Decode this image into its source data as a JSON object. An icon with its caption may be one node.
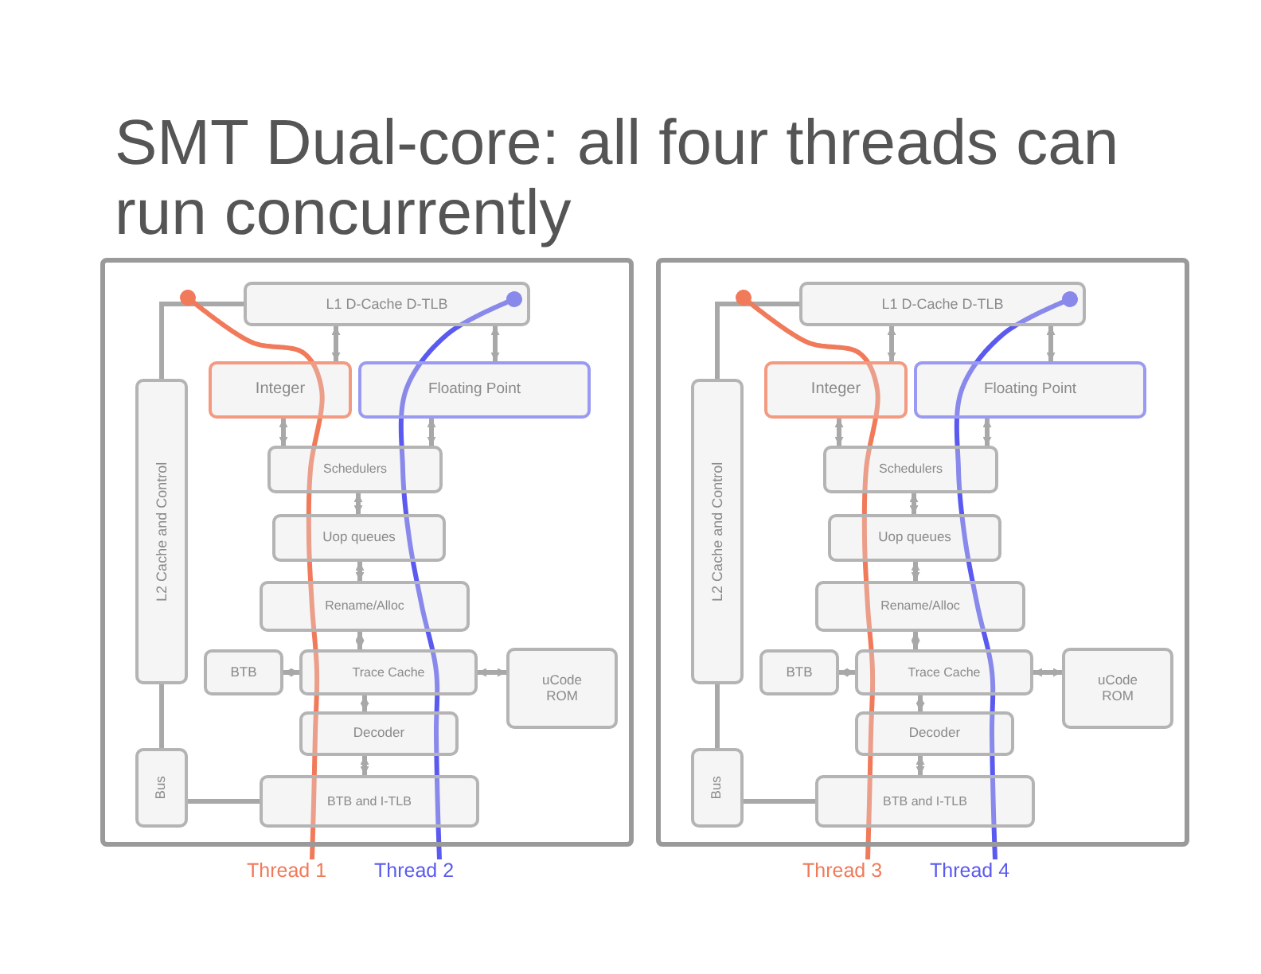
{
  "diagram": {
    "title": "SMT Dual-core: all four threads can run concurrently",
    "nodes": [
      {
        "text": [],
        "shape": "box"
      },
      {
        "text": [
          "L1 D-Cache D-TLB"
        ],
        "in": 0
      },
      {
        "text": [
          "Integer"
        ],
        "in": 0
      },
      {
        "text": [
          "Floating Point"
        ],
        "in": 0
      },
      {
        "text": [
          "L2 Cache and Control"
        ],
        "in": 0
      },
      {
        "text": [
          "Schedulers"
        ],
        "in": 0
      },
      {
        "text": [
          "Uop queues"
        ],
        "in": 0
      },
      {
        "text": [
          "Rename/Alloc"
        ],
        "in": 0
      },
      {
        "text": [
          "BTB"
        ],
        "in": 0
      },
      {
        "text": [
          "Trace Cache"
        ],
        "in": 0
      },
      {
        "text": [
          "uCode ROM"
        ],
        "in": 0
      },
      {
        "text": [
          "Decoder"
        ],
        "in": 0
      },
      {
        "text": [
          "Bus"
        ],
        "in": 0
      },
      {
        "text": [
          "BTB and I-TLB"
        ],
        "in": 0
      },
      {
        "text": [
          "Thread 1"
        ]
      },
      {
        "text": [
          "Thread 2"
        ]
      },
      {
        "text": [],
        "shape": "box"
      },
      {
        "text": [
          "L1 D-Cache D-TLB"
        ],
        "in": 16
      },
      {
        "text": [
          "Integer"
        ],
        "in": 16
      },
      {
        "text": [
          "Floating Point"
        ],
        "in": 16
      },
      {
        "text": [
          "L2 Cache and Control"
        ],
        "in": 16
      },
      {
        "text": [
          "Schedulers"
        ],
        "in": 16
      },
      {
        "text": [
          "Uop queues"
        ],
        "in": 16
      },
      {
        "text": [
          "Rename/Alloc"
        ],
        "in": 16
      },
      {
        "text": [
          "BTB"
        ],
        "in": 16
      },
      {
        "text": [
          "Trace Cache"
        ],
        "in": 16
      },
      {
        "text": [
          "uCode ROM"
        ],
        "in": 16
      },
      {
        "text": [
          "Decoder"
        ],
        "in": 16
      },
      {
        "text": [
          "Bus"
        ],
        "in": 16
      },
      {
        "text": [
          "BTB and I-TLB"
        ],
        "in": 16
      },
      {
        "text": [
          "Thread 3"
        ]
      },
      {
        "text": [
          "Thread 4"
        ]
      }
    ],
    "edges": [
      {
        "from": 1,
        "to": 4,
        "arrow": "none"
      },
      {
        "from": 1,
        "to": 2,
        "arrow": "both"
      },
      {
        "from": 1,
        "to": 3,
        "arrow": "both"
      },
      {
        "from": 2,
        "to": 5,
        "arrow": "both"
      },
      {
        "from": 3,
        "to": 5,
        "arrow": "both"
      },
      {
        "from": 5,
        "to": 6,
        "arrow": "both"
      },
      {
        "from": 6,
        "to": 7,
        "arrow": "both"
      },
      {
        "from": 7,
        "to": 9,
        "arrow": "both"
      },
      {
        "from": 8,
        "to": 9,
        "arrow": "both"
      },
      {
        "from": 9,
        "to": 10,
        "arrow": "both"
      },
      {
        "from": 9,
        "to": 11,
        "arrow": "both"
      },
      {
        "from": 11,
        "to": 13,
        "arrow": "both"
      },
      {
        "from": 4,
        "to": 12,
        "arrow": "none"
      },
      {
        "from": 12,
        "to": 13,
        "arrow": "none"
      },
      {
        "from": 14,
        "to": 13,
        "arrow": "none",
        "color": "#f07a5a"
      },
      {
        "from": 13,
        "to": 11,
        "arrow": "none",
        "color": "#f07a5a"
      },
      {
        "from": 11,
        "to": 9,
        "arrow": "none",
        "color": "#f07a5a"
      },
      {
        "from": 9,
        "to": 7,
        "arrow": "none",
        "color": "#f07a5a"
      },
      {
        "from": 7,
        "to": 6,
        "arrow": "none",
        "color": "#f07a5a"
      },
      {
        "from": 6,
        "to": 5,
        "arrow": "none",
        "color": "#f07a5a"
      },
      {
        "from": 5,
        "to": 2,
        "arrow": "none",
        "color": "#f07a5a"
      },
      {
        "from": 2,
        "to": 0,
        "arrow": "other",
        "color": "#f07a5a"
      },
      {
        "from": 15,
        "to": 13,
        "arrow": "none",
        "color": "#5a5af0"
      },
      {
        "from": 13,
        "to": 11,
        "arrow": "none",
        "color": "#5a5af0"
      },
      {
        "from": 11,
        "to": 9,
        "arrow": "none",
        "color": "#5a5af0"
      },
      {
        "from": 9,
        "to": 7,
        "arrow": "none",
        "color": "#5a5af0"
      },
      {
        "from": 7,
        "to": 6,
        "arrow": "none",
        "color": "#5a5af0"
      },
      {
        "from": 6,
        "to": 5,
        "arrow": "none",
        "color": "#5a5af0"
      },
      {
        "from": 5,
        "to": 3,
        "arrow": "none",
        "color": "#5a5af0"
      },
      {
        "from": 3,
        "to": 1,
        "arrow": "other",
        "color": "#5a5af0"
      },
      {
        "from": 17,
        "to": 20,
        "arrow": "none"
      },
      {
        "from": 17,
        "to": 18,
        "arrow": "both"
      },
      {
        "from": 17,
        "to": 19,
        "arrow": "both"
      },
      {
        "from": 18,
        "to": 21,
        "arrow": "both"
      },
      {
        "from": 19,
        "to": 21,
        "arrow": "both"
      },
      {
        "from": 21,
        "to": 22,
        "arrow": "both"
      },
      {
        "from": 22,
        "to": 23,
        "arrow": "both"
      },
      {
        "from": 23,
        "to": 25,
        "arrow": "both"
      },
      {
        "from": 24,
        "to": 25,
        "arrow": "both"
      },
      {
        "from": 25,
        "to": 26,
        "arrow": "both"
      },
      {
        "from": 25,
        "to": 27,
        "arrow": "both"
      },
      {
        "from": 27,
        "to": 29,
        "arrow": "both"
      },
      {
        "from": 20,
        "to": 28,
        "arrow": "none"
      },
      {
        "from": 28,
        "to": 29,
        "arrow": "none"
      },
      {
        "from": 30,
        "to": 29,
        "arrow": "none",
        "color": "#f07a5a"
      },
      {
        "from": 29,
        "to": 27,
        "arrow": "none",
        "color": "#f07a5a"
      },
      {
        "from": 27,
        "to": 25,
        "arrow": "none",
        "color": "#f07a5a"
      },
      {
        "from": 25,
        "to": 23,
        "arrow": "none",
        "color": "#f07a5a"
      },
      {
        "from": 23,
        "to": 22,
        "arrow": "none",
        "color": "#f07a5a"
      },
      {
        "from": 22,
        "to": 21,
        "arrow": "none",
        "color": "#f07a5a"
      },
      {
        "from": 21,
        "to": 18,
        "arrow": "none",
        "color": "#f07a5a"
      },
      {
        "from": 18,
        "to": 16,
        "arrow": "other",
        "color": "#f07a5a"
      },
      {
        "from": 31,
        "to": 29,
        "arrow": "none",
        "color": "#5a5af0"
      },
      {
        "from": 29,
        "to": 27,
        "arrow": "none",
        "color": "#5a5af0"
      },
      {
        "from": 27,
        "to": 25,
        "arrow": "none",
        "color": "#5a5af0"
      },
      {
        "from": 25,
        "to": 23,
        "arrow": "none",
        "color": "#5a5af0"
      },
      {
        "from": 23,
        "to": 22,
        "arrow": "none",
        "color": "#5a5af0"
      },
      {
        "from": 22,
        "to": 21,
        "arrow": "none",
        "color": "#5a5af0"
      },
      {
        "from": 21,
        "to": 19,
        "arrow": "none",
        "color": "#5a5af0"
      },
      {
        "from": 19,
        "to": 17,
        "arrow": "other",
        "color": "#5a5af0"
      }
    ]
  }
}
